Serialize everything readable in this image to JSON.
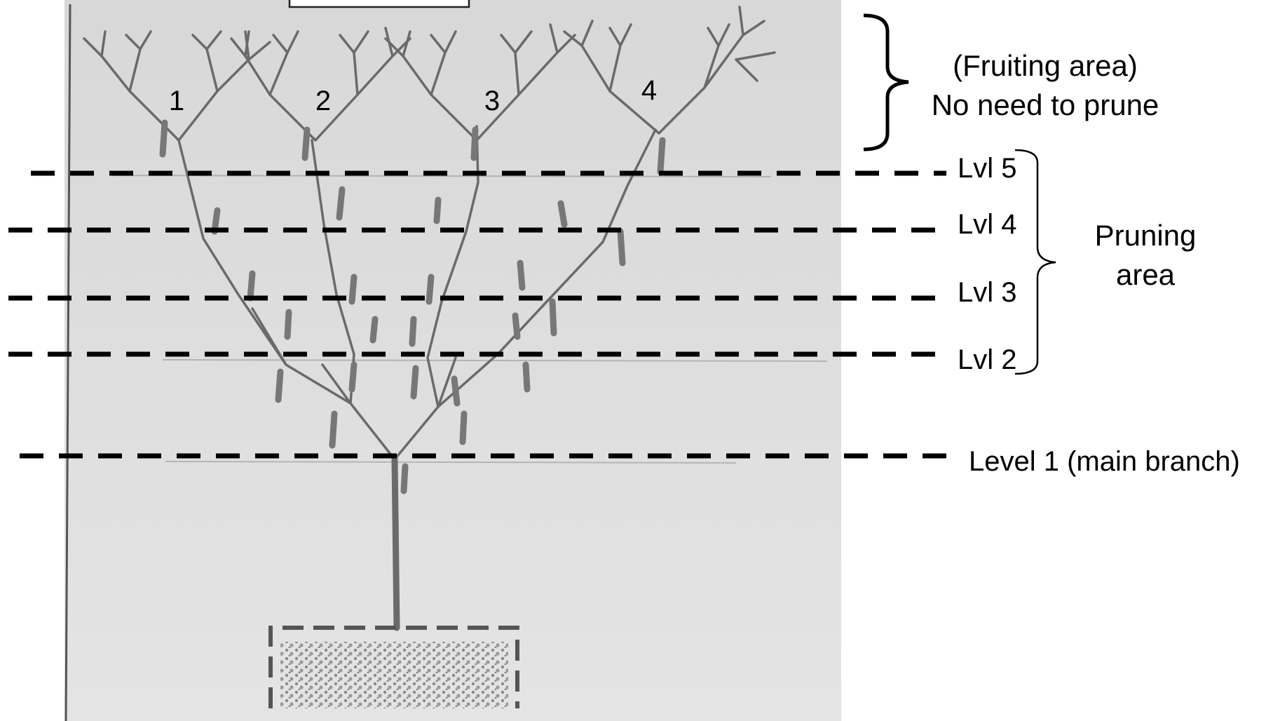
{
  "tree_numbers": [
    "1",
    "2",
    "3",
    "4"
  ],
  "fruiting_area": {
    "line1": "(Fruiting  area)",
    "line2": "No need to prune"
  },
  "pruning_area": {
    "line1": "Pruning",
    "line2": "area"
  },
  "levels": {
    "lvl5": "Lvl 5",
    "lvl4": "Lvl 4",
    "lvl3": "Lvl 3",
    "lvl2": "Lvl 2",
    "level1": "Level 1 (main branch)"
  },
  "colors": {
    "paper": "#dedede",
    "sketch": "#6a6a6a",
    "dashes": "#000000"
  }
}
